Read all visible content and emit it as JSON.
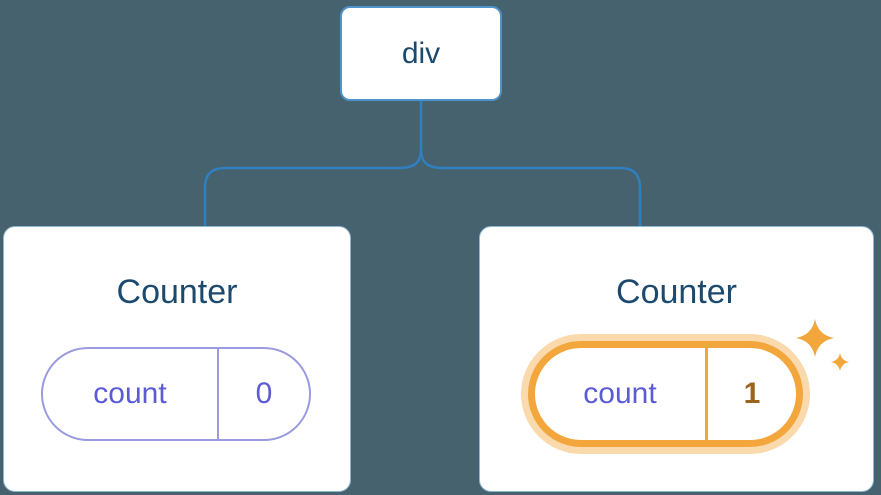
{
  "diagram": {
    "root": {
      "label": "div"
    },
    "children": [
      {
        "title": "Counter",
        "state": {
          "key": "count",
          "value": "0"
        },
        "highlighted": false
      },
      {
        "title": "Counter",
        "state": {
          "key": "count",
          "value": "1"
        },
        "highlighted": true
      }
    ]
  },
  "icons": {
    "sparkle": "sparkle-icon"
  },
  "colors": {
    "background": "#46626e",
    "connector_line": "#2f7fc1",
    "node_border": "#4e93c9",
    "card_border": "#8fb7d4",
    "card_fill": "#ffffff",
    "label_text": "#1c4a6e",
    "state_accent": "#5b5bd6",
    "highlight_accent": "#f2a63c",
    "highlight_value_text": "#9c641a"
  }
}
